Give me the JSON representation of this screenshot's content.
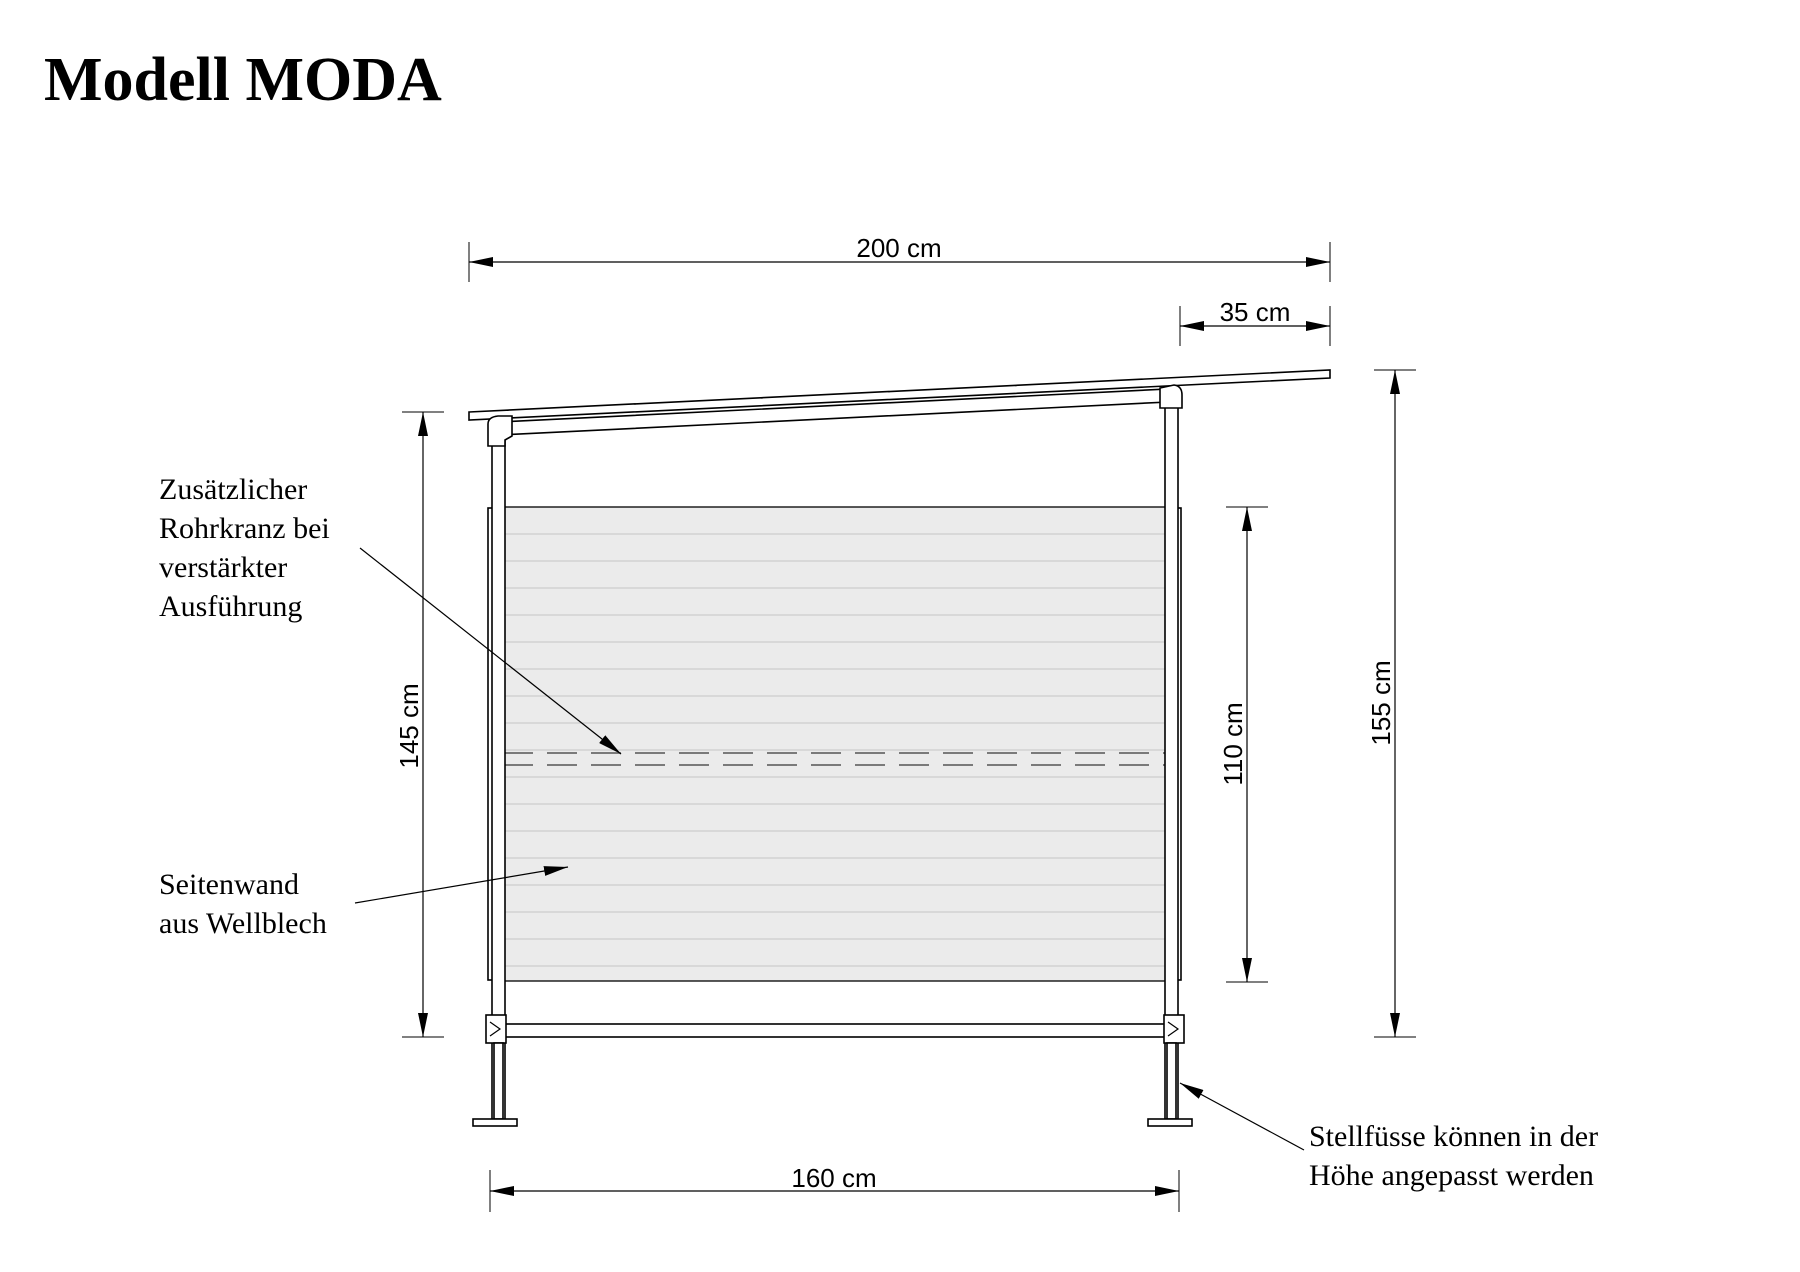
{
  "title": "Modell MODA",
  "dimensions": {
    "total_width": "200 cm",
    "overhang": "35 cm",
    "front_height": "145 cm",
    "panel_height": "110 cm",
    "rear_height": "155 cm",
    "base_width": "160 cm"
  },
  "annotations": {
    "pipe_ring": [
      "Zusätzlicher",
      "Rohrkranz bei",
      "verstärkter",
      "Ausführung"
    ],
    "side_wall": [
      "Seitenwand",
      "aus Wellblech"
    ],
    "feet": [
      "Stellfüsse können in der",
      "Höhe angepasst werden"
    ]
  }
}
